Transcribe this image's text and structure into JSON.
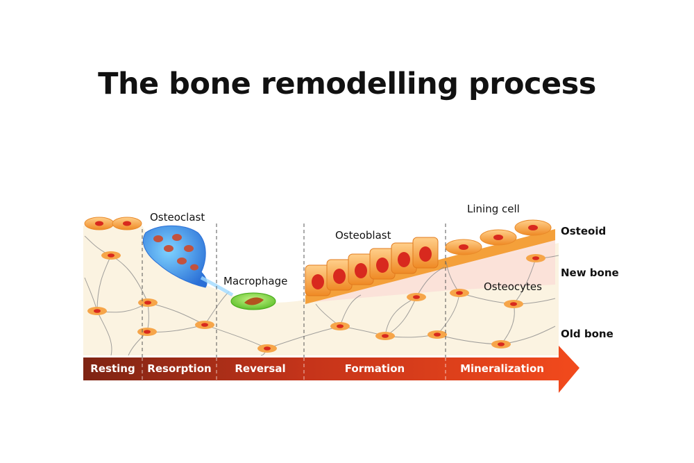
{
  "title": "The bone remodelling process",
  "labels": {
    "osteoclast": "Osteoclast",
    "macrophage": "Macrophage",
    "osteoblast": "Osteoblast",
    "lining_cell": "Lining cell",
    "osteocytes": "Osteocytes"
  },
  "layers": {
    "osteoid": "Osteoid",
    "new_bone": "New bone",
    "old_bone": "Old bone"
  },
  "phases": [
    "Resting",
    "Resorption",
    "Reversal",
    "Formation",
    "Mineralization"
  ],
  "colors": {
    "bone": "#fbf3e1",
    "new_bone": "#fbe4dd",
    "osteoid": "#f4a03a",
    "cell_body": "#f6a549",
    "nucleus": "#d8291e",
    "osteoclast": "#3f8fe0",
    "macrophage": "#7bd63a",
    "arrow_start": "#8a2a14",
    "arrow_end": "#f0491c"
  }
}
